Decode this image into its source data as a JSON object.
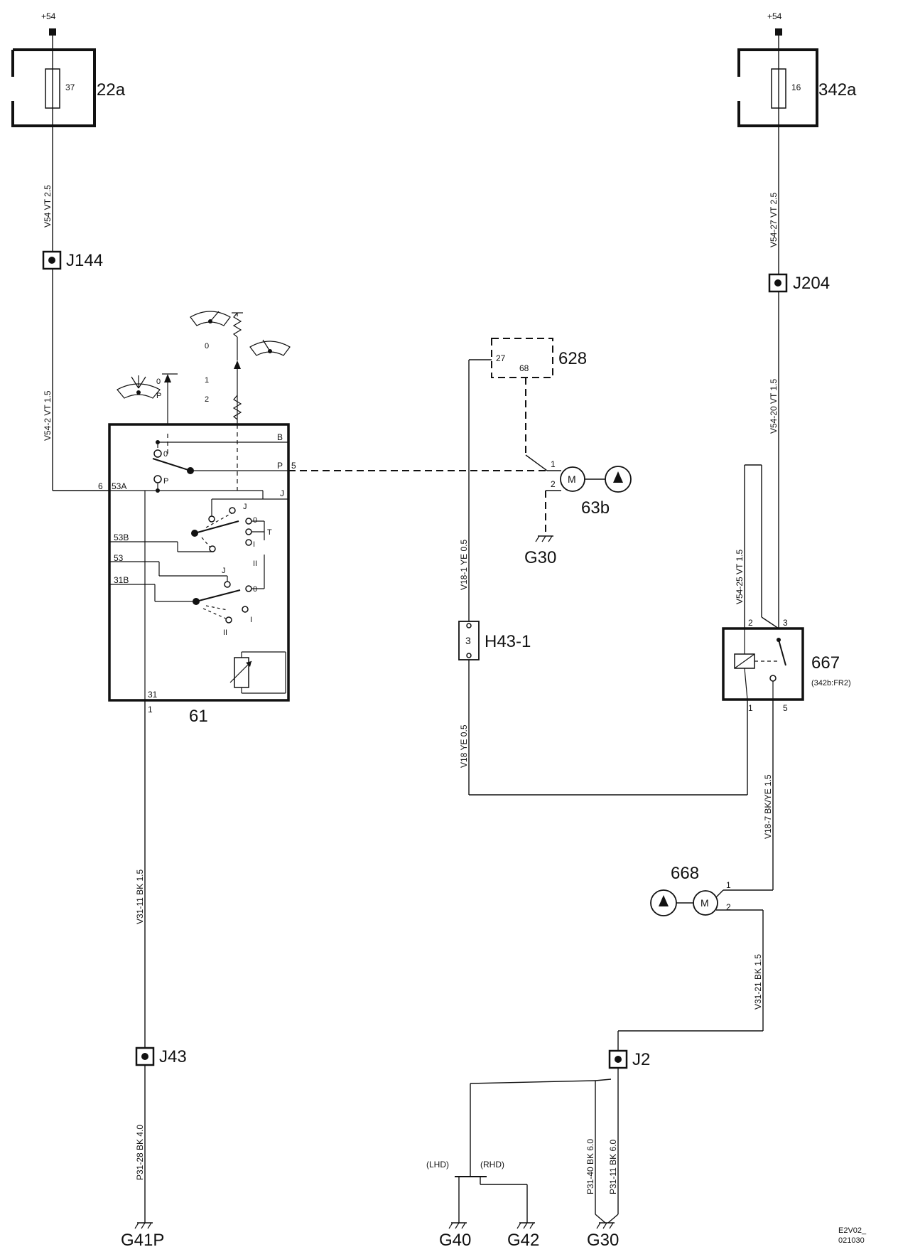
{
  "fuse_left": {
    "supply": "+54",
    "fuse_no": "37",
    "box_label": "22a"
  },
  "fuse_right": {
    "supply": "+54",
    "fuse_no": "16",
    "box_label": "342a"
  },
  "wires": {
    "w_v54_2_5": "V54  VT  2.5",
    "w_v54_2_15": "V54-2  VT  1.5",
    "w_v54_27": "V54-27  VT  2.5",
    "w_v54_20": "V54-20  VT  1.5",
    "w_v54_25": "V54-25  VT  1.5",
    "w_v18_1": "V18-1  YE  0.5",
    "w_v18": "V18  YE  0.5",
    "w_v18_7": "V18-7  BK/YE  1.5",
    "w_v31_11": "V31-11  BK  1.5",
    "w_v31_21": "V31-21  BK  1.5",
    "w_p31_28": "P31-28  BK  4.0",
    "w_p31_40": "P31-40  BK  6.0",
    "w_p31_11": "P31-11  BK  6.0"
  },
  "splices": {
    "j144": "J144",
    "j204": "J204",
    "j43": "J43",
    "j2": "J2"
  },
  "switch61": {
    "id": "61",
    "pins": {
      "b": "B",
      "p5": "P",
      "pin5": "5",
      "j": "J",
      "pin6": "6",
      "p53a": "53A",
      "p53b": "53B",
      "p53": "53",
      "p31b": "31B",
      "p31": "31",
      "pin1": "1"
    },
    "contacts": {
      "c0": "0",
      "cp": "P",
      "cj": "J",
      "c0b": "0",
      "ct": "T",
      "ci": "I",
      "cii": "II",
      "cj2": "J",
      "c0c": "0",
      "ci2": "I",
      "cii2": "II"
    },
    "lever": {
      "z0": "0",
      "zp": "P",
      "z0b": "0",
      "z1": "1",
      "z2": "2"
    }
  },
  "module628": {
    "id": "628",
    "pin27": "27",
    "pin68": "68"
  },
  "motor63b": {
    "id": "63b",
    "motor": "M",
    "pin1": "1",
    "pin2": "2"
  },
  "connector_h43": {
    "id": "H43-1",
    "pin": "3"
  },
  "relay667": {
    "id": "667",
    "ref": "(342b:FR2)",
    "pin2": "2",
    "pin3": "3",
    "pin1": "1",
    "pin5": "5"
  },
  "motor668": {
    "id": "668",
    "motor": "M",
    "pin1": "1",
    "pin2": "2"
  },
  "grounds": {
    "g30_top": "G30",
    "g41p": "G41P",
    "g40": "G40",
    "g42": "G42",
    "g30_bottom": "G30",
    "lhd": "(LHD)",
    "rhd": "(RHD)"
  },
  "footer": {
    "code1": "E2V02_",
    "code2": "021030"
  }
}
